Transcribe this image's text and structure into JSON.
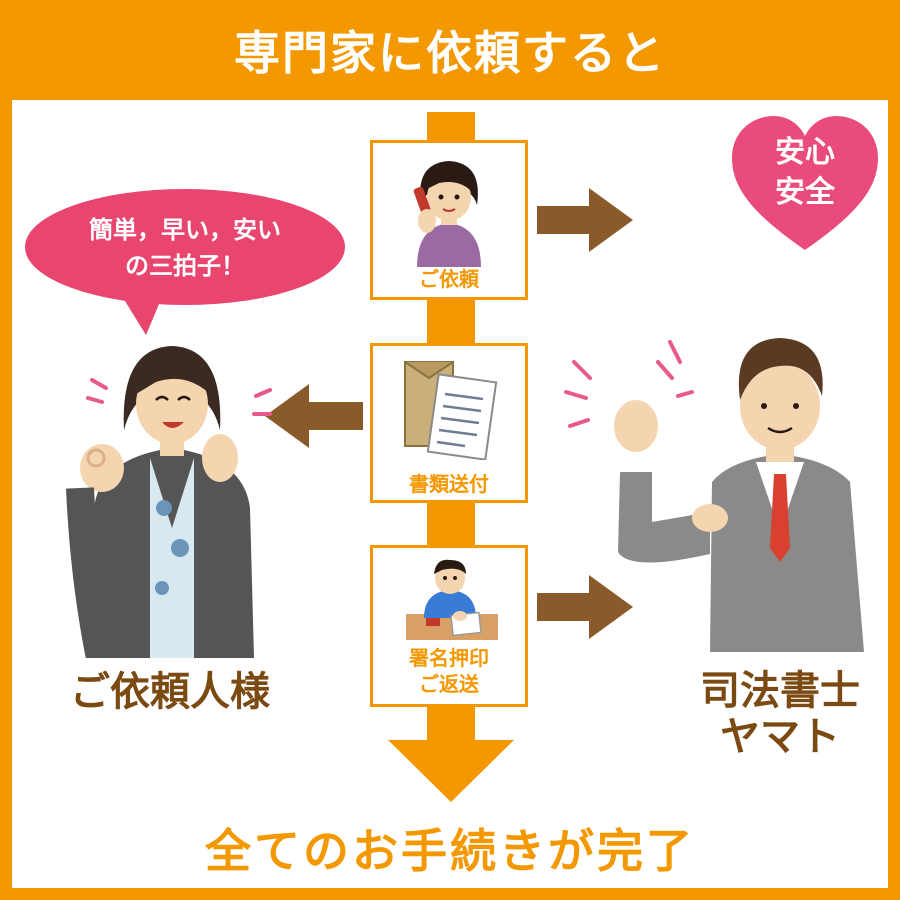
{
  "header": {
    "title": "専門家に依頼すると"
  },
  "badge": {
    "line1": "安心",
    "line2": "安全"
  },
  "speech_bubble": {
    "line1": "簡単，早い，安い",
    "line2": "の三拍子！"
  },
  "steps": [
    {
      "label": "ご依頼"
    },
    {
      "label": "書類送付"
    },
    {
      "label_line1": "署名押印",
      "label_line2": "ご返送"
    }
  ],
  "client": {
    "caption": "ご依頼人様"
  },
  "scrivener": {
    "caption_line1": "司法書士",
    "caption_line2": "ヤマト"
  },
  "footer": {
    "text": "全てのお手続きが完了"
  },
  "colors": {
    "frame": "#f39800",
    "arrow_brown": "#8b5a2b",
    "caption_brown": "#7a4a12",
    "bubble_pink": "#e8456f",
    "heart_pink": "#e94c7a"
  }
}
